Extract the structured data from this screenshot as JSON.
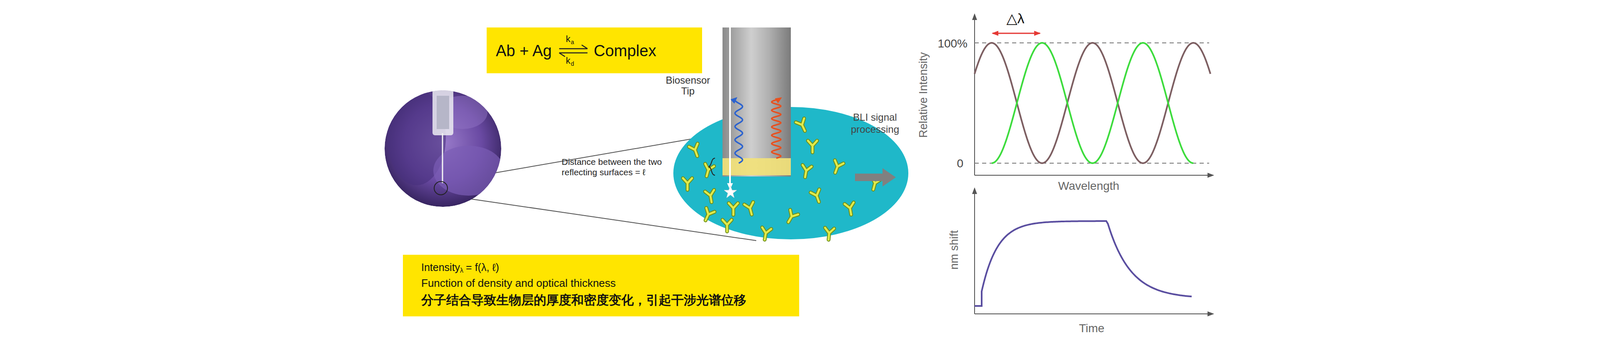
{
  "diagram": {
    "nodes": [
      {
        "text": [
          "Ab + Ag",
          "k",
          "a",
          "k",
          "d",
          "Complex"
        ]
      },
      {
        "text": [
          "Biosensor Tip"
        ]
      },
      {
        "text": [
          "Intensity",
          "λ",
          "= f(λ, ℓ)",
          "Function of density and optical thickness",
          "分子结合导致生物层的厚度和密度变化，引起干涉光谱位移"
        ]
      }
    ],
    "labels": [
      "Distance between the two reflecting surfaces = ℓ",
      "BLI signal processing",
      "△λ",
      "100%",
      "Relative Intensity",
      "0",
      "Wavelength",
      "nm shift",
      "Time"
    ]
  }
}
